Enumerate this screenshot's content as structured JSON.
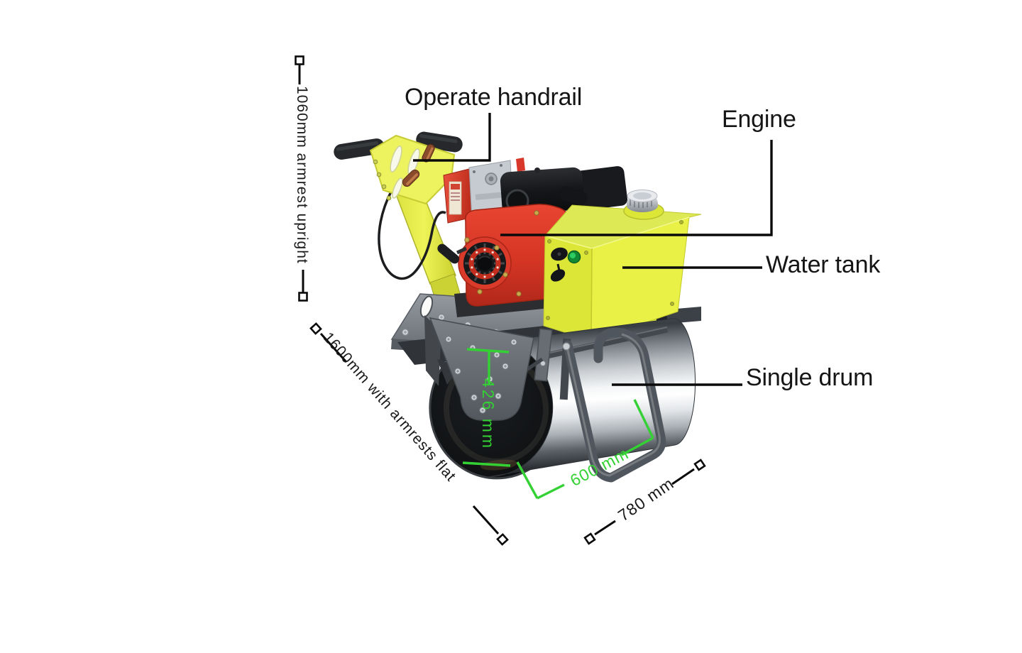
{
  "diagram": {
    "title_labels": {
      "operate_handrail": "Operate handrail",
      "engine": "Engine",
      "water_tank": "Water tank",
      "single_drum": "Single drum"
    },
    "dimension_labels": {
      "armrest_upright": "1060mm armrest upright",
      "armrests_flat": "1600mm with armrests flat",
      "drum_height": "426 mm",
      "drum_width": "600 mm",
      "overall_width": "780 mm"
    },
    "colors": {
      "annotation_black": "#0a0a0a",
      "dimension_green": "#34d134",
      "machine_yellow": "#e9ef45",
      "engine_red": "#dd3b28"
    }
  }
}
